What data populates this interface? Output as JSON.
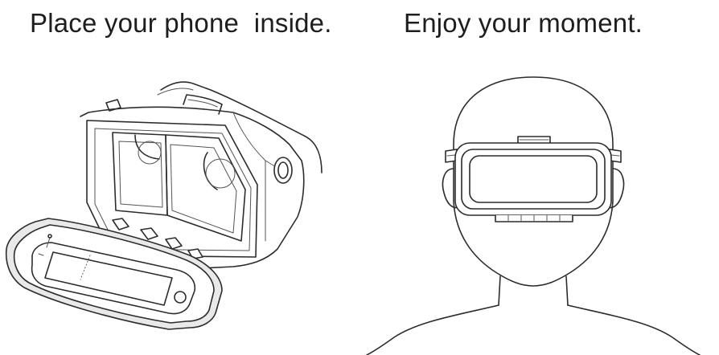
{
  "steps": [
    {
      "caption": "Place your phone  inside."
    },
    {
      "caption": "Enjoy your moment."
    }
  ],
  "icons": {
    "left": "vr-headset-with-open-phone-tray-illustration",
    "right": "person-wearing-vr-headset-illustration"
  },
  "colors": {
    "background": "#ffffff",
    "line": "#2c2c2c",
    "text": "#1e1e1e"
  }
}
